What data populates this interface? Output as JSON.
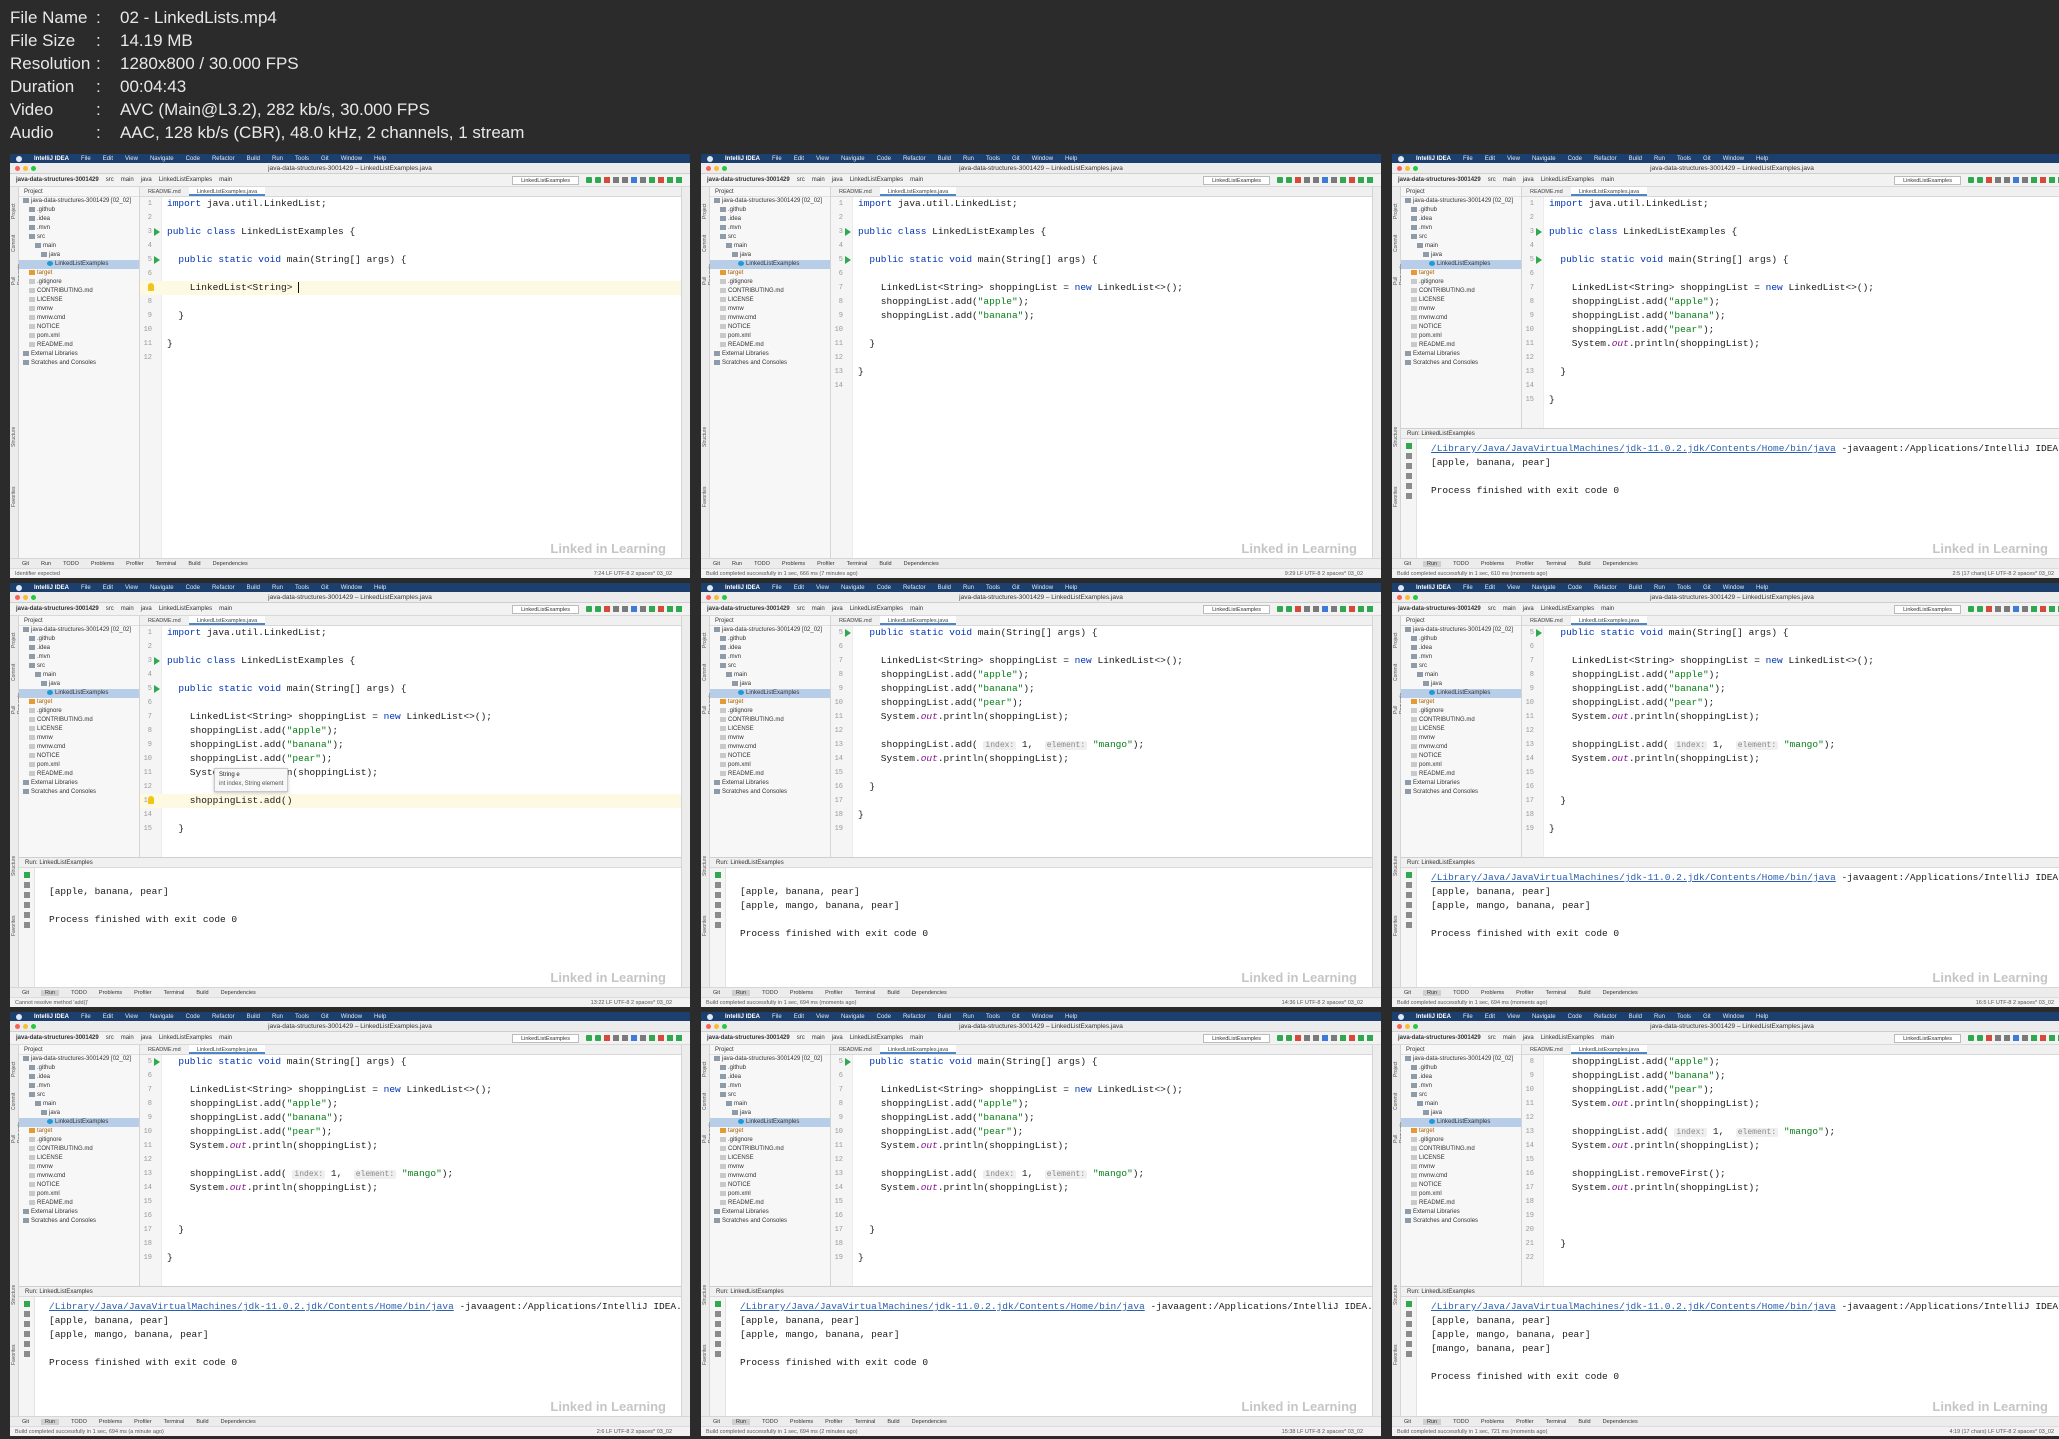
{
  "info": [
    {
      "key": "File Name",
      "value": "02 - LinkedLists.mp4"
    },
    {
      "key": "File Size",
      "value": "14.19 MB"
    },
    {
      "key": "Resolution",
      "value": "1280x800 / 30.000 FPS"
    },
    {
      "key": "Duration",
      "value": "00:04:43"
    },
    {
      "key": "Video",
      "value": "AVC (Main@L3.2), 282 kb/s, 30.000 FPS"
    },
    {
      "key": "Audio",
      "value": "AAC, 128 kb/s (CBR), 48.0 kHz, 2 channels, 1 stream"
    }
  ],
  "info_sep": ":",
  "ide": {
    "menu": [
      "IntelliJ IDEA",
      "File",
      "Edit",
      "View",
      "Navigate",
      "Code",
      "Refactor",
      "Build",
      "Run",
      "Tools",
      "Git",
      "Window",
      "Help"
    ],
    "window_title": "java-data-structures-3001429 – LinkedListExamples.java",
    "nav": [
      "java-data-structures-3001429",
      "src",
      "main",
      "java",
      "LinkedListExamples",
      "main"
    ],
    "run_config": "LinkedListExamples",
    "project_label": "Project",
    "project_tree": [
      {
        "label": "java-data-structures-3001429 [02_02]",
        "indent": 0,
        "icon": "folder"
      },
      {
        "label": ".github",
        "indent": 1,
        "icon": "folder"
      },
      {
        "label": ".idea",
        "indent": 1,
        "icon": "folder"
      },
      {
        "label": ".mvn",
        "indent": 1,
        "icon": "folder"
      },
      {
        "label": "src",
        "indent": 1,
        "icon": "folder"
      },
      {
        "label": "main",
        "indent": 2,
        "icon": "folder"
      },
      {
        "label": "java",
        "indent": 3,
        "icon": "folder"
      },
      {
        "label": "LinkedListExamples",
        "indent": 4,
        "icon": "java",
        "selected": true
      },
      {
        "label": "target",
        "indent": 1,
        "icon": "orange",
        "target": true
      },
      {
        "label": ".gitignore",
        "indent": 1,
        "icon": "file"
      },
      {
        "label": "CONTRIBUTING.md",
        "indent": 1,
        "icon": "file"
      },
      {
        "label": "LICENSE",
        "indent": 1,
        "icon": "file"
      },
      {
        "label": "mvnw",
        "indent": 1,
        "icon": "file"
      },
      {
        "label": "mvnw.cmd",
        "indent": 1,
        "icon": "file"
      },
      {
        "label": "NOTICE",
        "indent": 1,
        "icon": "file"
      },
      {
        "label": "pom.xml",
        "indent": 1,
        "icon": "file"
      },
      {
        "label": "README.md",
        "indent": 1,
        "icon": "file"
      },
      {
        "label": "External Libraries",
        "indent": 0,
        "icon": "folder"
      },
      {
        "label": "Scratches and Consoles",
        "indent": 0,
        "icon": "folder"
      }
    ],
    "editor_tabs": [
      "README.md",
      "LinkedListExamples.java"
    ],
    "side_left": [
      "Project",
      "Commit",
      "Pull Requests",
      "Structure",
      "Favorites"
    ],
    "run_head": "Run:",
    "run_tab": "LinkedListExamples",
    "tool_tabs": [
      "Git",
      "Run",
      "TODO",
      "Problems",
      "Profiler",
      "Terminal",
      "Build",
      "Dependencies"
    ],
    "status_right": "LF  UTF-8  2 spaces*  03_02",
    "watermark": "Linked in Learning"
  },
  "frames": [
    {
      "first_line": 1,
      "code": [
        "import java.util.LinkedList;",
        "",
        "public class LinkedListExamples {",
        "",
        "  public static void main(String[] args) {",
        "",
        "    LinkedList<String> |",
        "",
        "  }",
        "",
        "}",
        ""
      ],
      "run_lines": [],
      "status_left": "Identifier expected",
      "status_pos": "7:24"
    },
    {
      "first_line": 1,
      "code": [
        "import java.util.LinkedList;",
        "",
        "public class LinkedListExamples {",
        "",
        "  public static void main(String[] args) {",
        "",
        "    LinkedList<String> shoppingList = new LinkedList<>();",
        "    shoppingList.add(\"apple\");",
        "    shoppingList.add(\"banana\");",
        "",
        "  }",
        "",
        "}",
        ""
      ],
      "run_lines": [],
      "status_left": "Build completed successfully in 1 sec, 666 ms (7 minutes ago)",
      "status_pos": "9:29"
    },
    {
      "first_line": 1,
      "code": [
        "import java.util.LinkedList;",
        "",
        "public class LinkedListExamples {",
        "",
        "  public static void main(String[] args) {",
        "",
        "    LinkedList<String> shoppingList = new LinkedList<>();",
        "    shoppingList.add(\"apple\");",
        "    shoppingList.add(\"banana\");",
        "    shoppingList.add(\"pear\");",
        "    System.out.println(shoppingList);",
        "",
        "  }",
        "",
        "}"
      ],
      "run_lines": [
        "/Library/Java/JavaVirtualMachines/jdk-11.0.2.jdk/Contents/Home/bin/java -javaagent:/Applications/IntelliJ IDEA.app/Contents",
        "[apple, banana, pear]",
        "",
        "Process finished with exit code 0"
      ],
      "status_left": "Build completed successfully in 1 sec, 610 ms (moments ago)",
      "status_pos": "2:5 (17 chars)"
    },
    {
      "first_line": 1,
      "code": [
        "import java.util.LinkedList;",
        "",
        "public class LinkedListExamples {",
        "",
        "  public static void main(String[] args) {",
        "",
        "    LinkedList<String> shoppingList = new LinkedList<>();",
        "    shoppingList.add(\"apple\");",
        "    shoppingList.add(\"banana\");",
        "    shoppingList.add(\"pear\");",
        "    System.out.println(shoppingList);",
        "",
        "    shoppingList.add()",
        "",
        "  }"
      ],
      "run_lines": [
        "",
        "[apple, banana, pear]",
        "",
        "Process finished with exit code 0"
      ],
      "popup": [
        "String e",
        "int index, String element"
      ],
      "status_left": "Cannot resolve method 'add()'",
      "status_pos": "13:22"
    },
    {
      "first_line": 5,
      "code": [
        "  public static void main(String[] args) {",
        "",
        "    LinkedList<String> shoppingList = new LinkedList<>();",
        "    shoppingList.add(\"apple\");",
        "    shoppingList.add(\"banana\");",
        "    shoppingList.add(\"pear\");",
        "    System.out.println(shoppingList);",
        "",
        "    shoppingList.add( index: 1,  element: \"mango\");",
        "    System.out.println(shoppingList);",
        "",
        "  }",
        "",
        "}",
        ""
      ],
      "run_lines": [
        "",
        "[apple, banana, pear]",
        "[apple, mango, banana, pear]",
        "",
        "Process finished with exit code 0"
      ],
      "status_left": "Build completed successfully in 1 sec, 694 ms (moments ago)",
      "status_pos": "14:36"
    },
    {
      "first_line": 5,
      "code": [
        "  public static void main(String[] args) {",
        "",
        "    LinkedList<String> shoppingList = new LinkedList<>();",
        "    shoppingList.add(\"apple\");",
        "    shoppingList.add(\"banana\");",
        "    shoppingList.add(\"pear\");",
        "    System.out.println(shoppingList);",
        "",
        "    shoppingList.add( index: 1,  element: \"mango\");",
        "    System.out.println(shoppingList);",
        "",
        "",
        "  }",
        "",
        "}"
      ],
      "run_lines": [
        "/Library/Java/JavaVirtualMachines/jdk-11.0.2.jdk/Contents/Home/bin/java -javaagent:/Applications/IntelliJ IDEA.app/Contents",
        "[apple, banana, pear]",
        "[apple, mango, banana, pear]",
        "",
        "Process finished with exit code 0"
      ],
      "status_left": "Build completed successfully in 1 sec, 694 ms (moments ago)",
      "status_pos": "16:5"
    },
    {
      "first_line": 5,
      "code": [
        "  public static void main(String[] args) {",
        "",
        "    LinkedList<String> shoppingList = new LinkedList<>();",
        "    shoppingList.add(\"apple\");",
        "    shoppingList.add(\"banana\");",
        "    shoppingList.add(\"pear\");",
        "    System.out.println(shoppingList);",
        "",
        "    shoppingList.add( index: 1,  element: \"mango\");",
        "    System.out.println(shoppingList);",
        "",
        "",
        "  }",
        "",
        "}"
      ],
      "run_lines": [
        "/Library/Java/JavaVirtualMachines/jdk-11.0.2.jdk/Contents/Home/bin/java -javaagent:/Applications/IntelliJ IDEA.app/Contents",
        "[apple, banana, pear]",
        "[apple, mango, banana, pear]",
        "",
        "Process finished with exit code 0"
      ],
      "status_left": "Build completed successfully in 1 sec, 694 ms (a minute ago)",
      "status_pos": "2:6"
    },
    {
      "first_line": 5,
      "code": [
        "  public static void main(String[] args) {",
        "",
        "    LinkedList<String> shoppingList = new LinkedList<>();",
        "    shoppingList.add(\"apple\");",
        "    shoppingList.add(\"banana\");",
        "    shoppingList.add(\"pear\");",
        "    System.out.println(shoppingList);",
        "",
        "    shoppingList.add( index: 1,  element: \"mango\");",
        "    System.out.println(shoppingList);",
        "",
        "",
        "  }",
        "",
        "}"
      ],
      "run_lines": [
        "/Library/Java/JavaVirtualMachines/jdk-11.0.2.jdk/Contents/Home/bin/java -javaagent:/Applications/IntelliJ IDEA.app/Contents",
        "[apple, banana, pear]",
        "[apple, mango, banana, pear]",
        "",
        "Process finished with exit code 0"
      ],
      "status_left": "Build completed successfully in 1 sec, 694 ms (2 minutes ago)",
      "status_pos": "15:38"
    },
    {
      "first_line": 8,
      "code": [
        "    shoppingList.add(\"apple\");",
        "    shoppingList.add(\"banana\");",
        "    shoppingList.add(\"pear\");",
        "    System.out.println(shoppingList);",
        "",
        "    shoppingList.add( index: 1,  element: \"mango\");",
        "    System.out.println(shoppingList);",
        "",
        "    shoppingList.removeFirst();",
        "    System.out.println(shoppingList);",
        "",
        "",
        "",
        "  }",
        ""
      ],
      "run_lines": [
        "/Library/Java/JavaVirtualMachines/jdk-11.0.2.jdk/Contents/Home/bin/java -javaagent:/Applications/IntelliJ IDEA.app/Contents",
        "[apple, banana, pear]",
        "[apple, mango, banana, pear]",
        "[mango, banana, pear]",
        "",
        "Process finished with exit code 0"
      ],
      "status_left": "Build completed successfully in 1 sec, 721 ms (moments ago)",
      "status_pos": "4:19 (17 chars)"
    }
  ]
}
